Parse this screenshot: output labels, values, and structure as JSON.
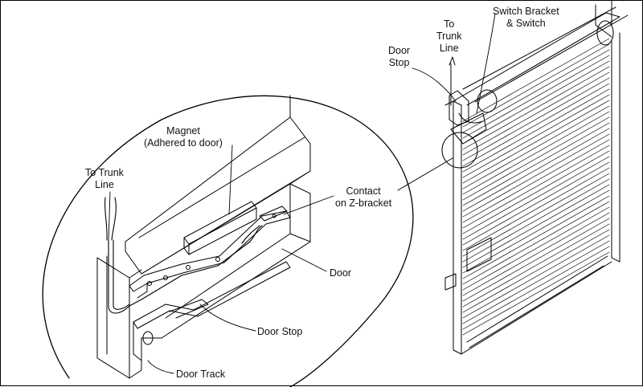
{
  "diagram": {
    "labels": {
      "switch_bracket": "Switch Bracket\n& Switch",
      "to_trunk_line_top": "To\nTrunk\nLine",
      "door_stop_top": "Door\nStop",
      "magnet": "Magnet\n(Adhered to door)",
      "to_trunk_line_left": "To Trunk\nLine",
      "contact": "Contact\non Z-bracket",
      "door": "Door",
      "door_stop": "Door Stop",
      "door_track": "Door Track"
    }
  }
}
